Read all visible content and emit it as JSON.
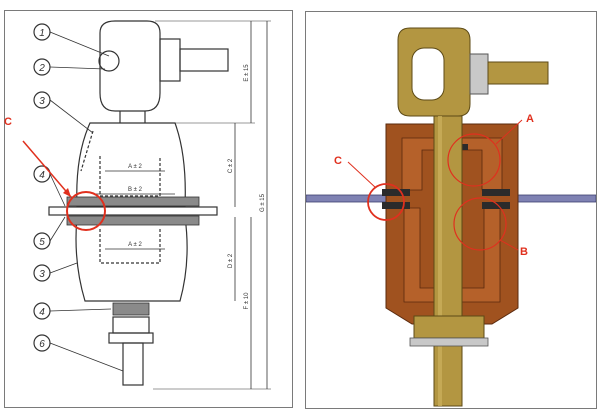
{
  "left_drawing": {
    "callouts": [
      "1",
      "2",
      "3",
      "4",
      "5",
      "3",
      "4",
      "6"
    ],
    "detail_label": "C",
    "dimensions": {
      "width_upper": "A ± 2",
      "width_mid": "B ± 2",
      "width_lower": "A ± 2",
      "height_c": "C ± 2",
      "height_e": "E ± 15",
      "height_d": "D ± 2",
      "height_f": "F ± 10",
      "height_g": "G ± 15"
    }
  },
  "right_drawing": {
    "labels": {
      "a": "A",
      "b": "B",
      "c": "C"
    }
  },
  "colors": {
    "bronze": "#b39641",
    "porcelain": "#a0521f",
    "gasket": "#2b2b2b",
    "plate": "#7f82b3",
    "annotation_red": "#e0301e"
  }
}
